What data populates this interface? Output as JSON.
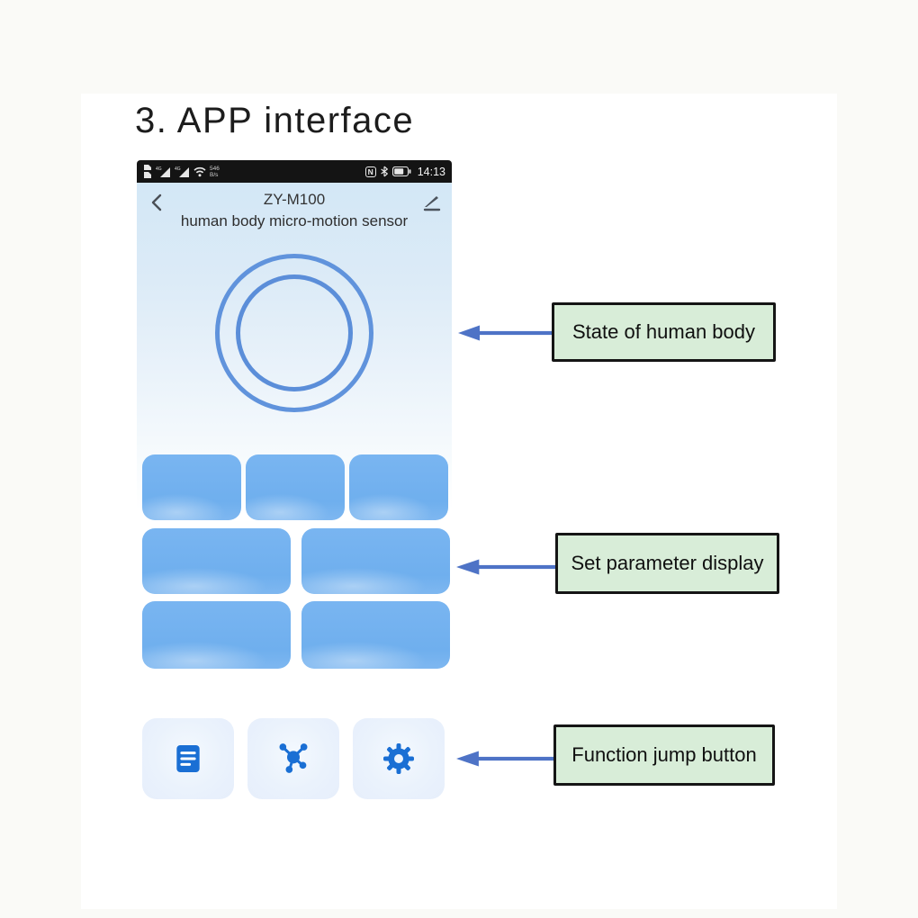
{
  "page": {
    "title": "3. APP interface"
  },
  "phone": {
    "status_bar": {
      "time": "14:13",
      "net_speed_value": "546",
      "net_speed_unit": "B/s",
      "sim_badge": "4G",
      "nfc_label": "N",
      "left_icons": [
        "dual-sim-icon",
        "signal-icon",
        "signal-icon",
        "wifi-icon"
      ],
      "right_icons": [
        "nfc-icon",
        "bluetooth-icon",
        "battery-icon"
      ]
    },
    "header": {
      "title": "ZY-M100",
      "subtitle": "human body micro-motion sensor",
      "back_icon": "chevron-left",
      "edit_icon": "pencil"
    },
    "body_state_indicator": {
      "style": "two-concentric-blue-rings"
    },
    "parameter_tiles": {
      "rows": [
        3,
        2,
        2
      ],
      "content": "blank-blue-tiles"
    },
    "function_buttons": [
      {
        "icon": "records-list-icon"
      },
      {
        "icon": "network-nodes-icon"
      },
      {
        "icon": "settings-gear-icon"
      }
    ]
  },
  "annotations": [
    {
      "label": "State of human body"
    },
    {
      "label": "Set parameter display"
    },
    {
      "label": "Function jump button"
    }
  ],
  "colors": {
    "status_bar_bg": "#141414",
    "header_blue": "#d5e8f6",
    "ring_blue": "#6093dc",
    "tile_blue": "#73b1f0",
    "function_button_bg": "#e8f1fc",
    "icon_blue": "#1a6fd4",
    "arrow_blue": "#4e73c6",
    "callout_bg": "#d8edd8",
    "callout_border": "#151515"
  }
}
